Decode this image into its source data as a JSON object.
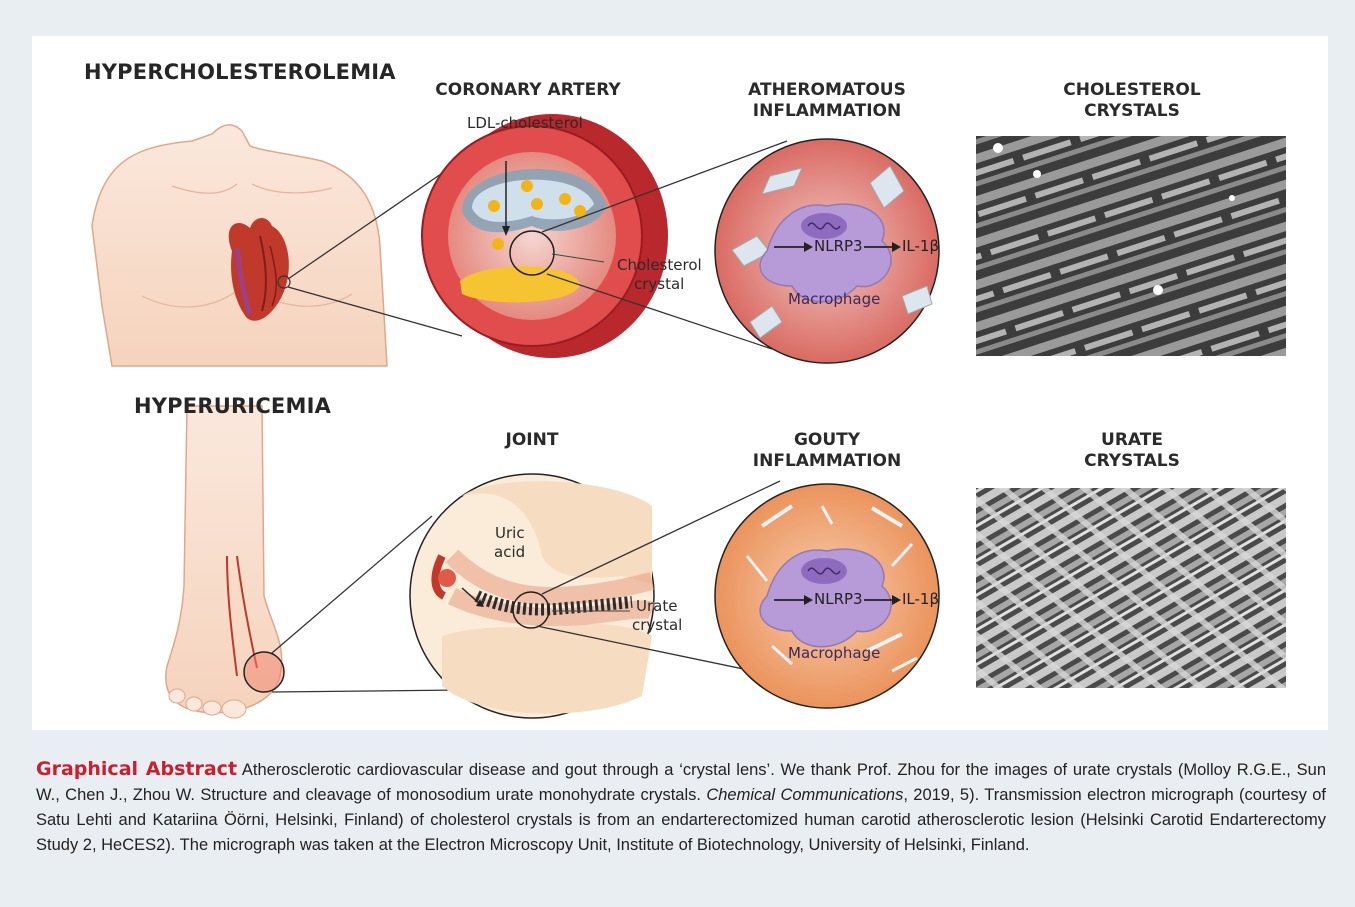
{
  "rows": {
    "top": {
      "heading": "HYPERCHOLESTEROLEMIA",
      "col1": "CORONARY ARTERY",
      "col2_line1": "ATHEROMATOUS",
      "col2_line2": "INFLAMMATION",
      "col3_line1": "CHOLESTEROL",
      "col3_line2": "CRYSTALS",
      "ldl_label": "LDL-cholesterol",
      "crystal_label_line1": "Cholesterol",
      "crystal_label_line2": "crystal",
      "nlrp3": "NLRP3",
      "il1b": "IL-1β",
      "macrophage": "Macrophage"
    },
    "bottom": {
      "heading": "HYPERURICEMIA",
      "col1": "JOINT",
      "col2_line1": "GOUTY",
      "col2_line2": "INFLAMMATION",
      "col3_line1": "URATE",
      "col3_line2": "CRYSTALS",
      "uric_line1": "Uric",
      "uric_line2": "acid",
      "crystal_label_line1": "Urate",
      "crystal_label_line2": "crystal",
      "nlrp3": "NLRP3",
      "il1b": "IL-1β",
      "macrophage": "Macrophage"
    }
  },
  "caption": {
    "lead": "Graphical Abstract",
    "part1": " Atherosclerotic cardiovascular disease and gout through a ‘crystal lens’. We thank Prof. Zhou for the images of urate crystals (Molloy R.G.E., Sun W., Chen J., Zhou W. Structure and cleavage of monosodium urate monohydrate crystals. ",
    "journal": "Chemical Communications",
    "part2": ", 2019, 5). Transmission electron micrograph (courtesy of Satu Lehti and Katariina Öörni, Helsinki, Finland) of cholesterol crystals is from an endarterectomized human carotid atherosclerotic lesion (Helsinki Carotid Endarterectomy Study 2, HeCES2). The micrograph was taken at the Electron Microscopy Unit, Institute of Biotechnology, University of Helsinki, Finland."
  },
  "colors": {
    "caption_lead": "#c8202e",
    "artery_red": "#d9534f",
    "skin": "#f7dcc8",
    "macrophage": "#b79ad8",
    "gout_bg": "#f0a070"
  }
}
